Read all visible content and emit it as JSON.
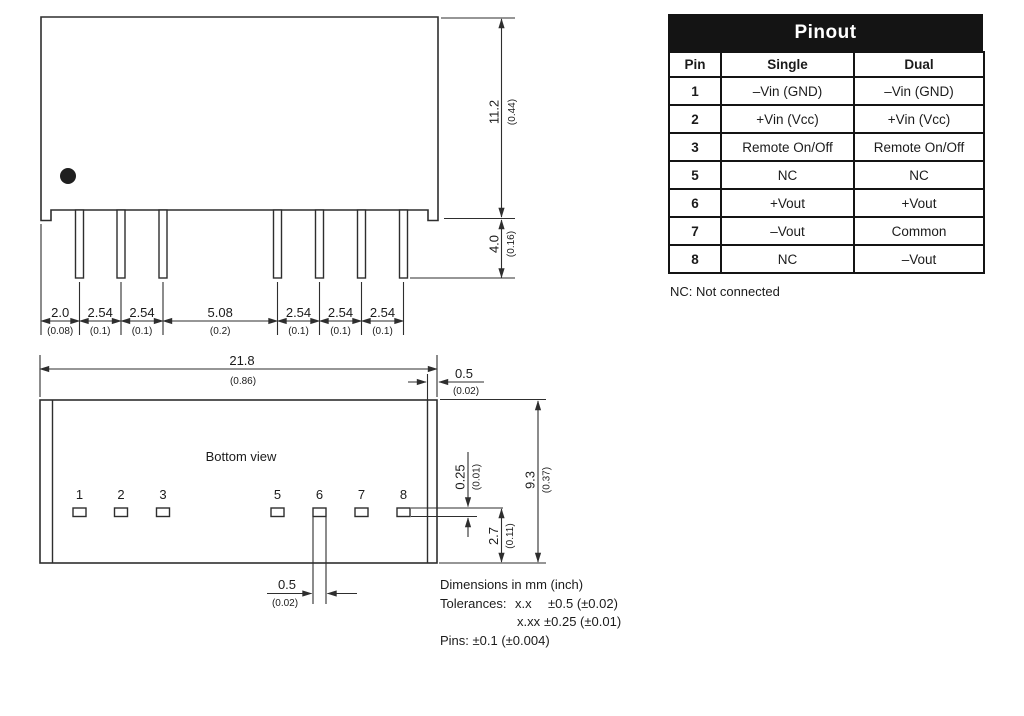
{
  "side_view": {
    "pitch_dims": [
      {
        "mm": "2.0",
        "inch": "(0.08)"
      },
      {
        "mm": "2.54",
        "inch": "(0.1)"
      },
      {
        "mm": "2.54",
        "inch": "(0.1)"
      },
      {
        "mm": "5.08",
        "inch": "(0.2)"
      },
      {
        "mm": "2.54",
        "inch": "(0.1)"
      },
      {
        "mm": "2.54",
        "inch": "(0.1)"
      },
      {
        "mm": "2.54",
        "inch": "(0.1)"
      }
    ],
    "body_height": {
      "mm": "11.2",
      "inch": "(0.44)"
    },
    "pin_length": {
      "mm": "4.0",
      "inch": "(0.16)"
    }
  },
  "bottom_view": {
    "label": "Bottom view",
    "pin_numbers": [
      "1",
      "2",
      "3",
      "5",
      "6",
      "7",
      "8"
    ],
    "body_width": {
      "mm": "21.8",
      "inch": "(0.86)"
    },
    "wall_thickness": {
      "mm": "0.5",
      "inch": "(0.02)"
    },
    "pin_thickness": {
      "mm": "0.25",
      "inch": "(0.01)"
    },
    "body_depth": {
      "mm": "9.3",
      "inch": "(0.37)"
    },
    "pin_edge_offset": {
      "mm": "2.7",
      "inch": "(0.11)"
    },
    "pin_width": {
      "mm": "0.5",
      "inch": "(0.02)"
    }
  },
  "pinout_table": {
    "title": "Pinout",
    "headers": [
      "Pin",
      "Single",
      "Dual"
    ],
    "rows": [
      [
        "1",
        "–Vin (GND)",
        "–Vin (GND)"
      ],
      [
        "2",
        "+Vin (Vcc)",
        "+Vin (Vcc)"
      ],
      [
        "3",
        "Remote On/Off",
        "Remote On/Off"
      ],
      [
        "5",
        "NC",
        "NC"
      ],
      [
        "6",
        "+Vout",
        "+Vout"
      ],
      [
        "7",
        "–Vout",
        "Common"
      ],
      [
        "8",
        "NC",
        "–Vout"
      ]
    ],
    "footnote": "NC: Not connected"
  },
  "notes": {
    "units": "Dimensions in mm (inch)",
    "tolerances_label": "Tolerances:",
    "tol1_key": "x.x",
    "tol1_value": "±0.5 (±0.02)",
    "tol2_key": "x.xx",
    "tol2_value": "±0.25 (±0.01)",
    "pins_tolerance": "Pins: ±0.1 (±0.004)"
  },
  "colors": {
    "line": "#2e2e2e",
    "text": "#1b1b1b",
    "table_header_bg": "#141414",
    "table_header_text": "#ffffff"
  }
}
